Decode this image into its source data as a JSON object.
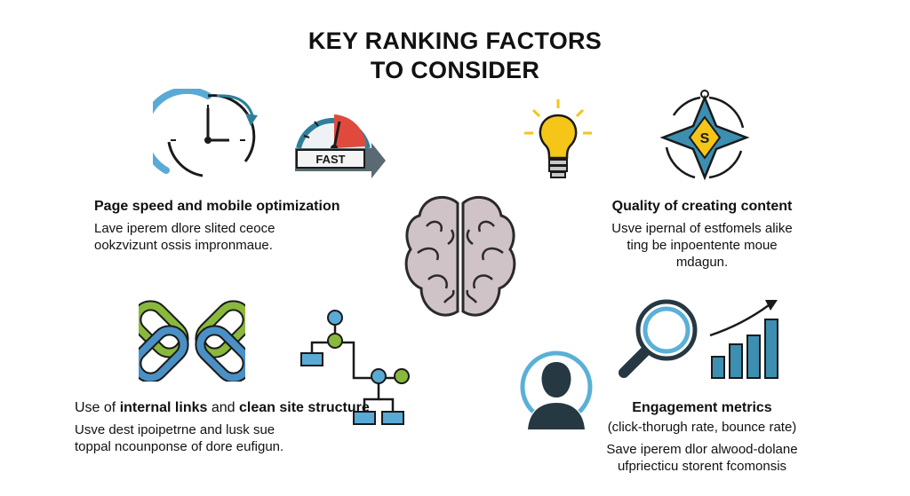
{
  "title": {
    "line1": "KEY RANKING FACTORS",
    "line2": "TO CONSIDER"
  },
  "factors": [
    {
      "id": "speed",
      "title": "Page speed and mobile optimization",
      "lines": [
        "Lave iperem dlore slited ceoce",
        "ookzvizunt ossis impronmaue."
      ],
      "gauge_label": "FAST"
    },
    {
      "id": "content",
      "title": "Quality of creating content",
      "lines": [
        "Usve ipernal of estfomels alike",
        "ting be inpoentente moue",
        "mdagun."
      ],
      "badge": "S"
    },
    {
      "id": "links",
      "title_part1": "Use of ",
      "title_bold": "internal links",
      "title_part2": " and ",
      "title_bold2": "clean site structure",
      "lines": [
        "Usve dest ipoipetrne and lusk sue",
        "toppal ncounponse of dore eufigun."
      ]
    },
    {
      "id": "engagement",
      "title": "Engagement metrics",
      "subtitle": "(click-thorugh rate, bounce rate)",
      "lines": [
        "Save iperem dlor alwood-dolane",
        "ufpriecticu storent fcomonsis"
      ]
    }
  ],
  "colors": {
    "blue": "#3a88b8",
    "teal": "#2f7f9c",
    "green": "#8ab83c",
    "red": "#e04a3c",
    "yellow": "#f5c518",
    "dark": "#263842",
    "brain": "#cfc3c8"
  },
  "icons": [
    "clock-icon",
    "speedometer-icon",
    "lightbulb-icon",
    "compass-star-icon",
    "brain-icon",
    "chain-link-icon",
    "site-structure-icon",
    "user-avatar-icon",
    "magnifier-icon",
    "bar-chart-icon"
  ]
}
